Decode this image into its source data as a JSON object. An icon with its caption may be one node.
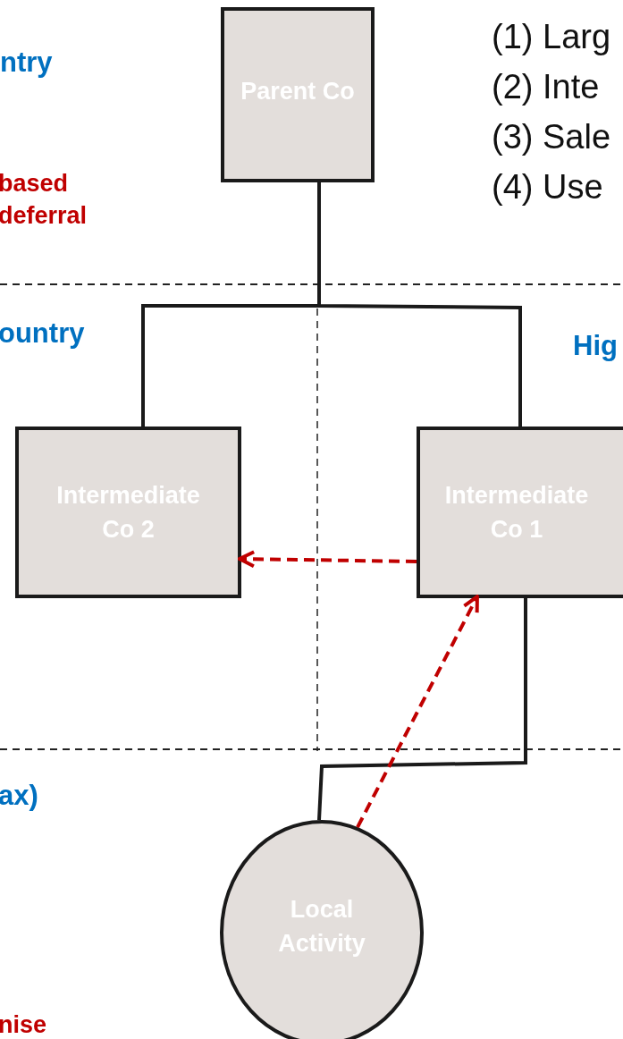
{
  "diagram": {
    "nodes": [
      {
        "text": [
          "Parent Co"
        ]
      },
      {
        "text": [
          "Intermediate Co 2"
        ]
      },
      {
        "text": [
          "Intermediate Co 1"
        ]
      },
      {
        "text": [
          "Local Activity"
        ]
      }
    ],
    "edges": [
      {
        "from": 0,
        "to": 1,
        "arrow": "none"
      },
      {
        "from": 0,
        "to": 2,
        "arrow": "none"
      },
      {
        "from": 2,
        "to": 3,
        "arrow": "none"
      },
      {
        "from": 2,
        "to": 1,
        "arrow": "to",
        "style": "dashed",
        "color": "#c00000"
      },
      {
        "from": 3,
        "to": 2,
        "arrow": "to",
        "style": "dashed",
        "color": "#c00000"
      }
    ],
    "labels": [
      "ntry",
      "(1) Larg",
      "(2) Inte",
      "(3) Sale",
      "(4) Use",
      "based deferral",
      "ountry",
      "Hig",
      "ax)",
      "nise"
    ]
  }
}
